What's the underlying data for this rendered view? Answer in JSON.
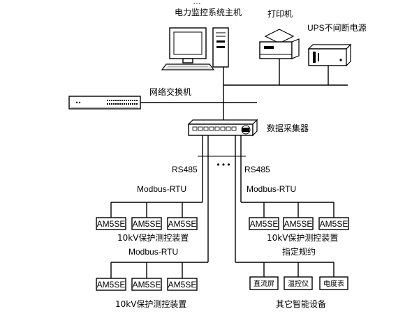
{
  "host": {
    "title_partial": "…",
    "label": "电力监控系统主机"
  },
  "printer": {
    "label": "打印机"
  },
  "ups": {
    "label": "UPS不间断电源"
  },
  "switch": {
    "label": "网络交换机"
  },
  "collector": {
    "label": "数据采集器"
  },
  "dots": "• • •",
  "left_bus": {
    "rs485": "RS485",
    "protocol_top": "Modbus-RTU",
    "group1_devices": [
      "AM5SE",
      "AM5SE",
      "AM5SE"
    ],
    "group1_caption": "10kV保护测控装置",
    "protocol_bottom": "Modbus-RTU",
    "group2_devices": [
      "AM5SE",
      "AM5SE",
      "AM5SE"
    ],
    "group2_caption": "10kV保护测控装置"
  },
  "right_bus": {
    "rs485": "RS485",
    "protocol_top": "Modbus-RTU",
    "group1_devices": [
      "AM5SE",
      "AM5SE",
      "AM5SE"
    ],
    "group1_caption": "10kV保护测控装置",
    "protocol_bottom": "指定规约",
    "group2_devices": [
      "直流屏",
      "温控仪",
      "电度表"
    ],
    "group2_caption": "其它智能设备"
  }
}
